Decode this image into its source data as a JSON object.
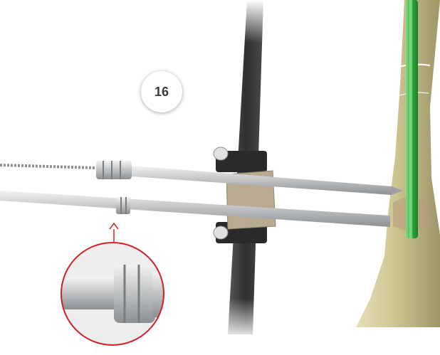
{
  "step": {
    "number": "16"
  },
  "illustration": {
    "subject": "surgical-illustration",
    "colors": {
      "bone": "#c9c08e",
      "frame_bar": "#3c3c3c",
      "clamp_block": "#b8ab91",
      "rod": "#c2c4c6",
      "guide_wire": "#2fae3b",
      "callout_ring": "#d21f27"
    },
    "icons": [
      "frame-bar",
      "pin-clamp",
      "half-pin-upper",
      "half-pin-lower",
      "bone",
      "guide-wire",
      "detail-magnifier"
    ]
  }
}
